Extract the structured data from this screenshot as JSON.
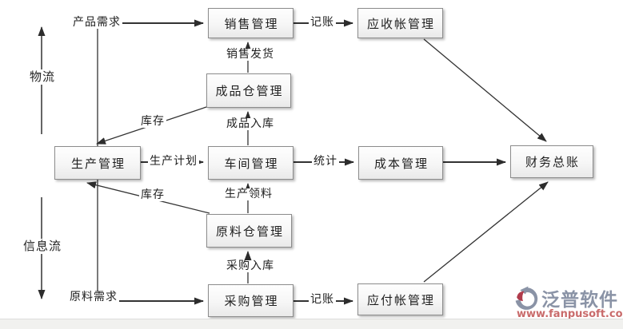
{
  "diagram": {
    "nodes": {
      "sales": "销售管理",
      "receivable": "应收帐管理",
      "finished_goods_warehouse": "成品仓管理",
      "production": "生产管理",
      "workshop": "车间管理",
      "cost": "成本管理",
      "general_ledger": "财务总账",
      "raw_material_warehouse": "原料仓管理",
      "purchase": "采购管理",
      "payable": "应付帐管理"
    },
    "edge_labels": {
      "product_demand": "产品需求",
      "bookkeeping_top": "记账",
      "sales_delivery": "销售发货",
      "inventory_top": "库存",
      "finished_goods_in": "成品入库",
      "production_plan": "生产计划",
      "statistics": "统计",
      "inventory_bottom": "库存",
      "production_picking": "生产领料",
      "purchase_in": "采购入库",
      "raw_material_demand": "原料需求",
      "bookkeeping_bottom": "记账"
    },
    "flow_labels": {
      "material_flow": "物流",
      "information_flow": "信息流"
    },
    "line_color": "#333333"
  },
  "branding": {
    "logo_text": "泛普软件",
    "logo_url": "www.fanpusoft.com",
    "colors": {
      "logo_text": "#8a93a6",
      "logo_url": "#c96b6b",
      "logo_icon_gray": "#8a93a6",
      "logo_icon_red": "#b03c4c"
    }
  }
}
